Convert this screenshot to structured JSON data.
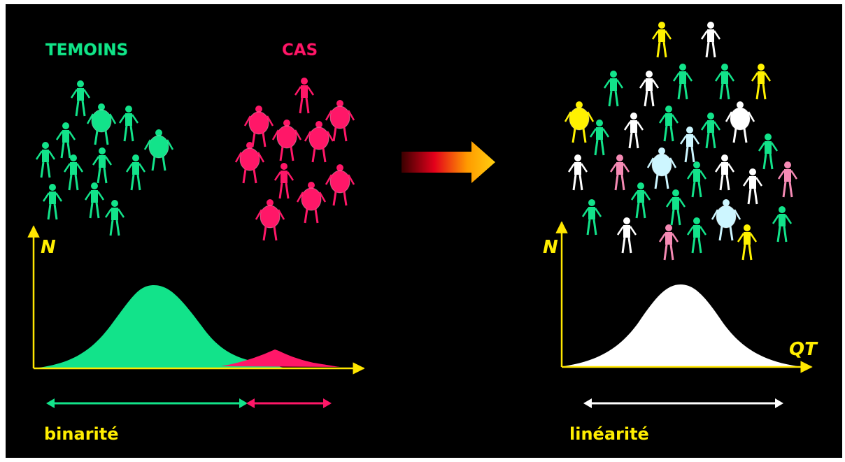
{
  "left_panel": {
    "group_controls_label": "TEMOINS",
    "group_cases_label": "CAS",
    "y_axis_label": "N",
    "caption": "binarité"
  },
  "right_panel": {
    "y_axis_label": "N",
    "x_axis_label": "QT",
    "caption": "linéarité"
  },
  "colors": {
    "background": "#000000",
    "controls": "#12e38a",
    "cases": "#ff1768",
    "axis": "#ffe600",
    "label_yellow": "#ffee00",
    "white": "#ffffff",
    "light_blue": "#cdf6ff",
    "pink": "#f58ab4",
    "yellow_figure": "#fff200"
  },
  "icons": [
    "person-icon",
    "pregnant-person-icon",
    "arrow-right-icon",
    "double-arrow-icon"
  ]
}
